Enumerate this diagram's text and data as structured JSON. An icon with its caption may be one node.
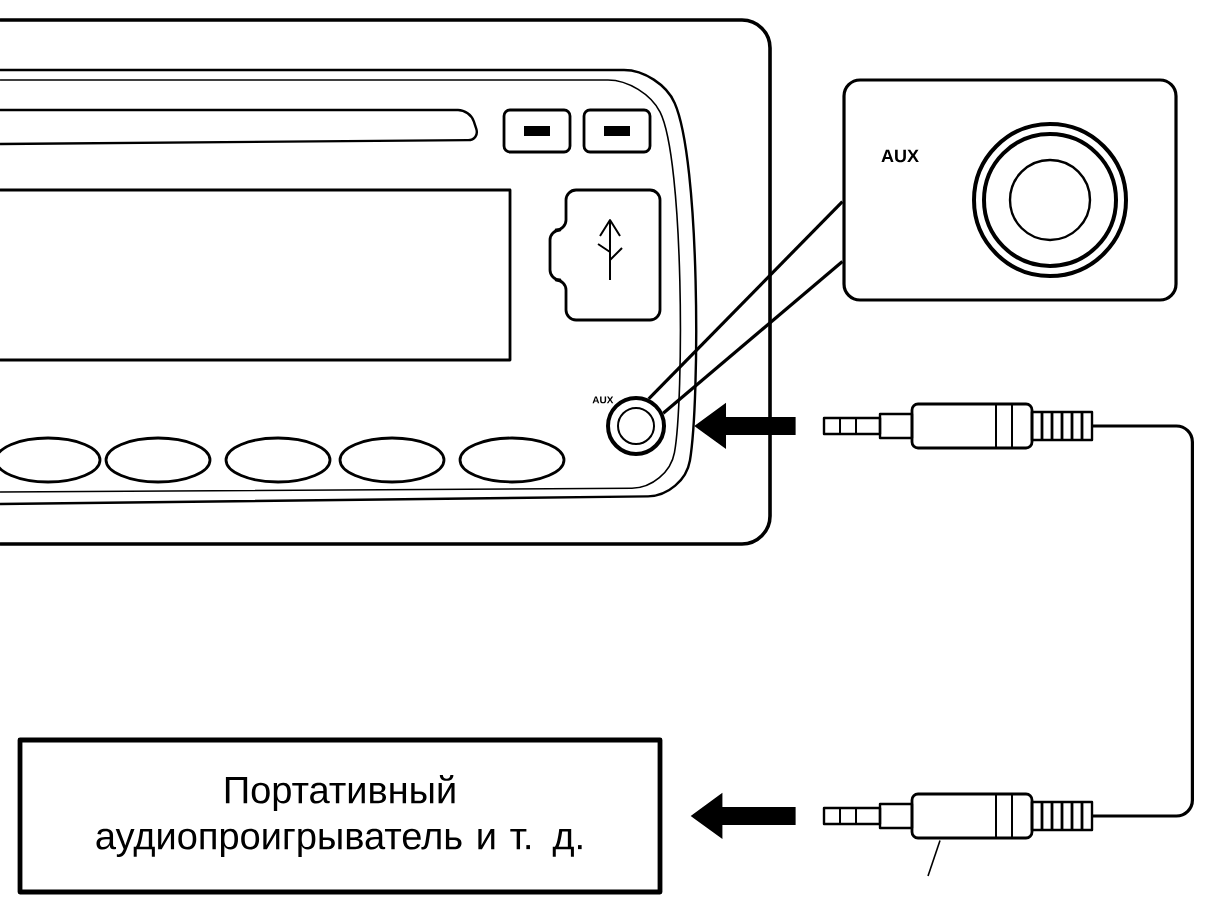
{
  "diagram": {
    "nodes": [
      {
        "text": [],
        "shape": "picture"
      },
      {
        "text": [
          "AUX"
        ]
      },
      {
        "text": [],
        "shape": "circle",
        "in": 0,
        "beside": [
          "AUX"
        ]
      },
      {
        "text": [],
        "shape": "plug"
      },
      {
        "text": [],
        "shape": "plug"
      },
      {
        "text": [
          "Портативный аудиопроигрыватель и т. д."
        ]
      }
    ],
    "edges": [
      {
        "from": 1,
        "to": 2,
        "arrow": "none"
      },
      {
        "from": 1,
        "to": 2,
        "arrow": "none"
      },
      {
        "from": 3,
        "to": 2,
        "arrow": "to",
        "style": "thick"
      },
      {
        "from": 3,
        "to": 4,
        "arrow": "none"
      },
      {
        "from": 4,
        "to": 5,
        "arrow": "to",
        "style": "thick"
      },
      {
        "from": null,
        "to": 4,
        "arrow": "none"
      }
    ]
  }
}
